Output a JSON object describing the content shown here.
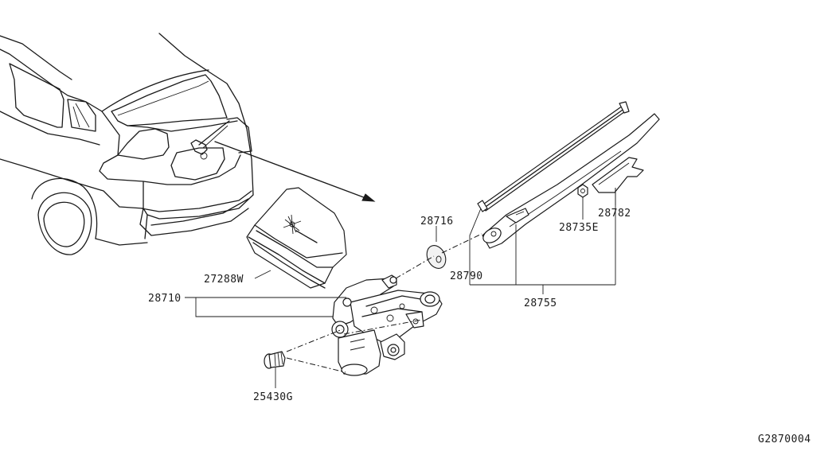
{
  "parts": {
    "p28716": "28716",
    "p28790": "28790",
    "p28735e": "28735E",
    "p28782": "28782",
    "p28755": "28755",
    "p27288w": "27288W",
    "p28710": "28710",
    "p25430g": "25430G"
  },
  "diagram_code": "G2870004"
}
